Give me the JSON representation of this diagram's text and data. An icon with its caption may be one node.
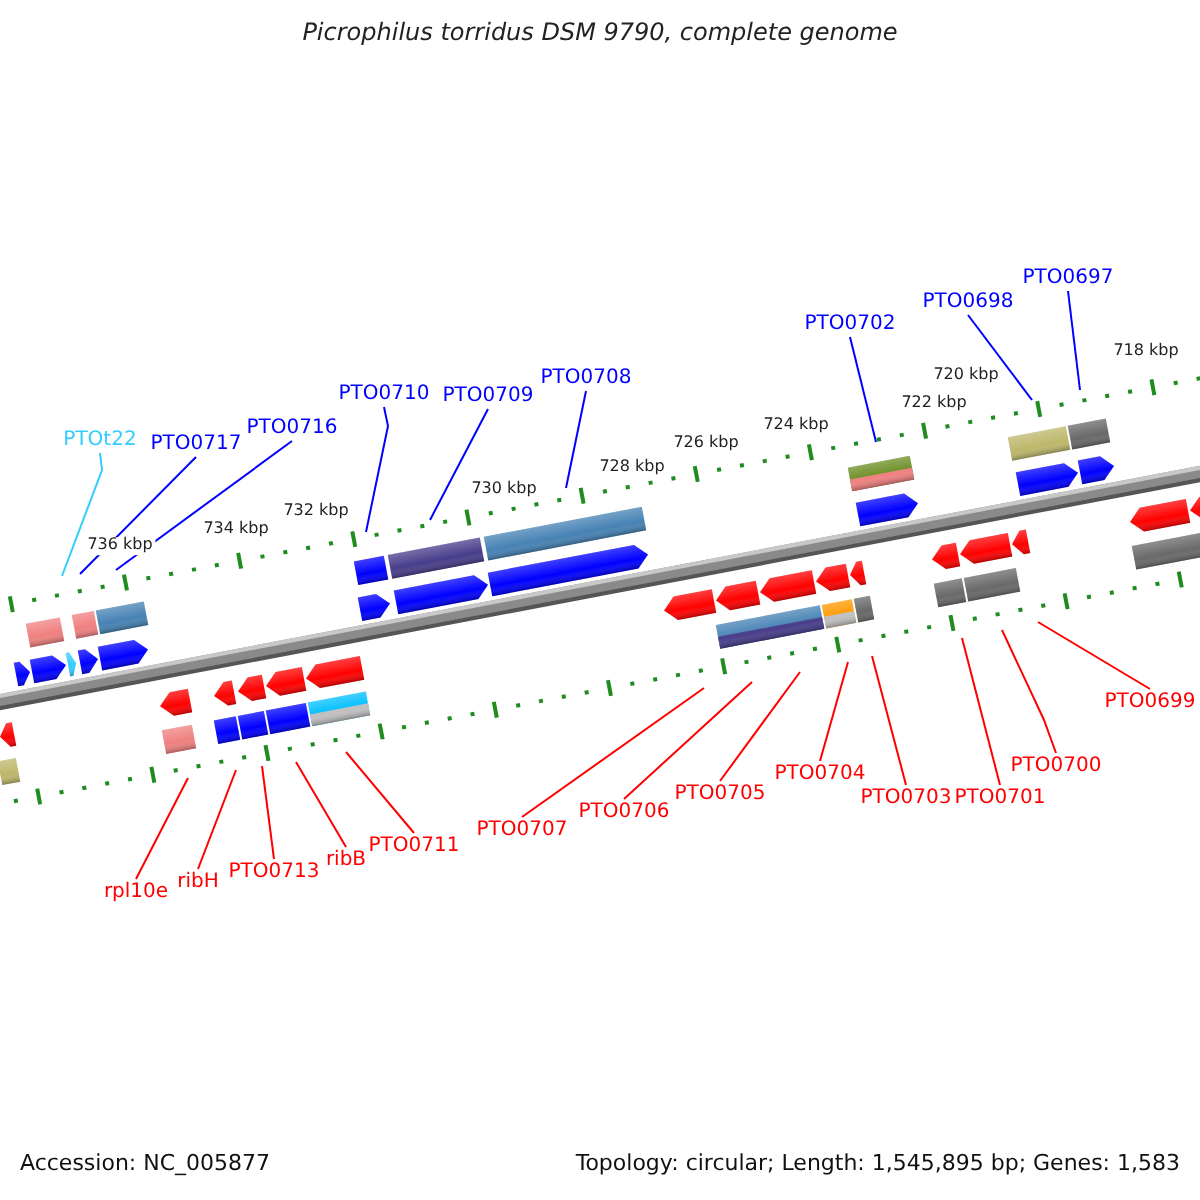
{
  "diagram": {
    "title": "Picrophilus torridus DSM 9790, complete genome",
    "nodes": [
      {
        "text": [
          "PTOt22"
        ]
      },
      {
        "text": [
          "PTO0717"
        ]
      },
      {
        "text": [
          "PTO0716"
        ]
      },
      {
        "text": [
          "PTO0710"
        ]
      },
      {
        "text": [
          "PTO0709"
        ]
      },
      {
        "text": [
          "PTO0708"
        ]
      },
      {
        "text": [
          "PTO0702"
        ]
      },
      {
        "text": [
          "PTO0698"
        ]
      },
      {
        "text": [
          "PTO0697"
        ]
      },
      {
        "text": [
          "rpl10e"
        ]
      },
      {
        "text": [
          "ribH"
        ]
      },
      {
        "text": [
          "PTO0713"
        ]
      },
      {
        "text": [
          "ribB"
        ]
      },
      {
        "text": [
          "PTO0711"
        ]
      },
      {
        "text": [
          "PTO0707"
        ]
      },
      {
        "text": [
          "PTO0706"
        ]
      },
      {
        "text": [
          "PTO0705"
        ]
      },
      {
        "text": [
          "PTO0704"
        ]
      },
      {
        "text": [
          "PTO0703"
        ]
      },
      {
        "text": [
          "PTO0701"
        ]
      },
      {
        "text": [
          "PTO0700"
        ]
      },
      {
        "text": [
          "PTO0699"
        ]
      }
    ],
    "edges": [
      {
        "from": 0,
        "to": null,
        "arrow": "none",
        "color": "#33ccff"
      },
      {
        "from": 1,
        "to": null,
        "arrow": "none",
        "color": "#0000ff"
      },
      {
        "from": 2,
        "to": null,
        "arrow": "none",
        "color": "#0000ff"
      },
      {
        "from": 3,
        "to": null,
        "arrow": "none",
        "color": "#0000ff"
      },
      {
        "from": 4,
        "to": null,
        "arrow": "none",
        "color": "#0000ff"
      },
      {
        "from": 5,
        "to": null,
        "arrow": "none",
        "color": "#0000ff"
      },
      {
        "from": 6,
        "to": null,
        "arrow": "none",
        "color": "#0000ff"
      },
      {
        "from": 7,
        "to": null,
        "arrow": "none",
        "color": "#0000ff"
      },
      {
        "from": 8,
        "to": null,
        "arrow": "none",
        "color": "#0000ff"
      },
      {
        "from": 9,
        "to": null,
        "arrow": "none"
      },
      {
        "from": 10,
        "to": null,
        "arrow": "none"
      },
      {
        "from": 11,
        "to": null,
        "arrow": "none"
      },
      {
        "from": 12,
        "to": null,
        "arrow": "none"
      },
      {
        "from": 13,
        "to": null,
        "arrow": "none"
      },
      {
        "from": 14,
        "to": null,
        "arrow": "none"
      },
      {
        "from": 15,
        "to": null,
        "arrow": "none"
      },
      {
        "from": 16,
        "to": null,
        "arrow": "none"
      },
      {
        "from": 17,
        "to": null,
        "arrow": "none"
      },
      {
        "from": 18,
        "to": null,
        "arrow": "none"
      },
      {
        "from": 19,
        "to": null,
        "arrow": "none"
      },
      {
        "from": 20,
        "to": null,
        "arrow": "none"
      },
      {
        "from": 21,
        "to": null,
        "arrow": "none"
      }
    ],
    "labels": [
      "718 kbp",
      "720 kbp",
      "722 kbp",
      "724 kbp",
      "726 kbp",
      "728 kbp",
      "730 kbp",
      "732 kbp",
      "734 kbp",
      "736 kbp",
      "Accession: NC_005877",
      "Topology: circular; Length: 1,545,895 bp; Genes: 1,583"
    ]
  }
}
